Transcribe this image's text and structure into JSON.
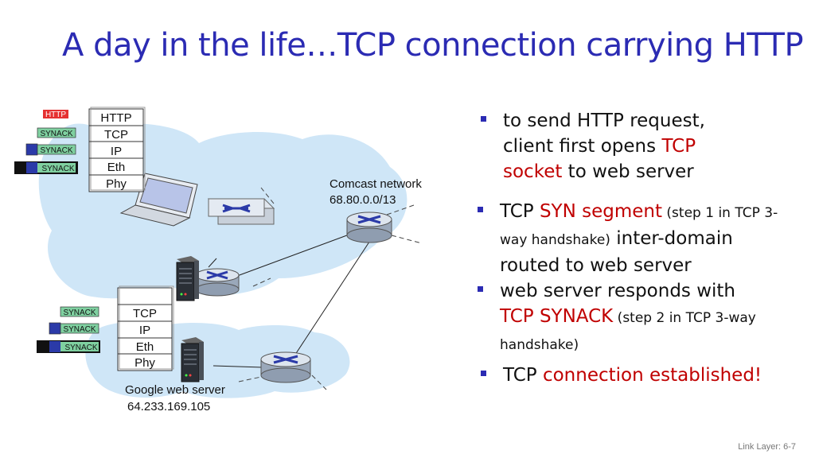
{
  "title": "A day in the life…TCP connection carrying HTTP",
  "client_stack": {
    "layers": [
      "HTTP",
      "TCP",
      "IP",
      "Eth",
      "Phy"
    ],
    "frames": [
      "HTTP",
      "SYNACK",
      "SYNACK",
      "SYNACK"
    ]
  },
  "server_stack": {
    "layers": [
      "TCP",
      "IP",
      "Eth",
      "Phy"
    ],
    "frames": [
      "SYNACK",
      "SYNACK",
      "SYNACK"
    ]
  },
  "comcast": {
    "name": "Comcast network",
    "subnet": "68.80.0.0/13"
  },
  "google": {
    "name": "Google web server",
    "ip": "64.233.169.105"
  },
  "bullets": {
    "b1": {
      "p1": "to send HTTP request, client first opens ",
      "h1": "TCP socket",
      "p2": " to web server"
    },
    "b2": {
      "p1": "TCP ",
      "h1": "SYN segment",
      "s1": " (step 1 in TCP 3-way handshake)",
      "p2": " inter-domain routed to web server"
    },
    "b3": {
      "p1": "web server responds with ",
      "h1": "TCP SYNACK",
      "s1": " (step 2 in TCP 3-way handshake)"
    },
    "b4": {
      "p1": "TCP ",
      "h1": "connection established!"
    }
  },
  "footer": "Link Layer: 6-7",
  "colors": {
    "title": "#2b2bb3",
    "highlight": "#c00000",
    "cloud": "#cfe6f7",
    "synack": "#7fd0a0",
    "http": "#e53030"
  }
}
